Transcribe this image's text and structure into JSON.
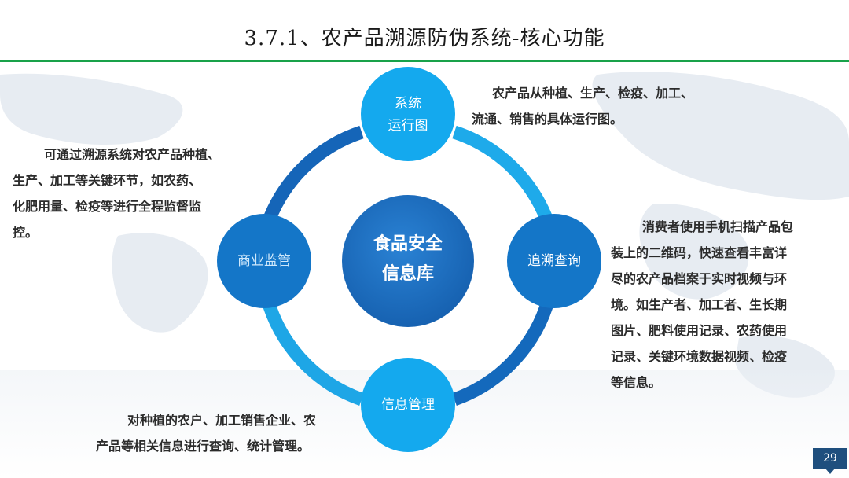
{
  "slide": {
    "title": "3.7.1、农产品溯源防伪系统-核心功能",
    "page_number": "29"
  },
  "diagram": {
    "center": {
      "line1": "食品安全",
      "line2": "信息库"
    },
    "nodes": {
      "top": {
        "line1": "系统",
        "line2": "运行图"
      },
      "right": {
        "label": "追溯查询"
      },
      "bottom": {
        "label": "信息管理"
      },
      "left": {
        "label": "商业监管"
      }
    }
  },
  "descriptions": {
    "top": [
      "农产品从种植、生产、检疫、加工、",
      "流通、销售的具体运行图。"
    ],
    "left": [
      "可通过溯源系统对农产品种植、",
      "生产、加工等关键环节，如农药、",
      "化肥用量、检疫等进行全程监督监",
      "控。"
    ],
    "right": [
      "消费者使用手机扫描产品包",
      "装上的二维码，快速查看丰富详",
      "尽的农产品档案于实时视频与环",
      "境。如生产者、加工者、生长期",
      "图片、肥料使用记录、农药使用",
      "记录、关键环境数据视频、检疫",
      "等信息。"
    ],
    "bottom": [
      "对种植的农户、加工销售企业、农",
      "产品等相关信息进行查询、统计管理。"
    ]
  },
  "colors": {
    "title_rule": "#19a24a",
    "ring_dark": "#1565b8",
    "ring_light": "#1ea6e6",
    "node_light": "#14a9ee",
    "node_dark": "#1476c8",
    "center": "#1a6fc4",
    "badge": "#1f4f7e"
  }
}
